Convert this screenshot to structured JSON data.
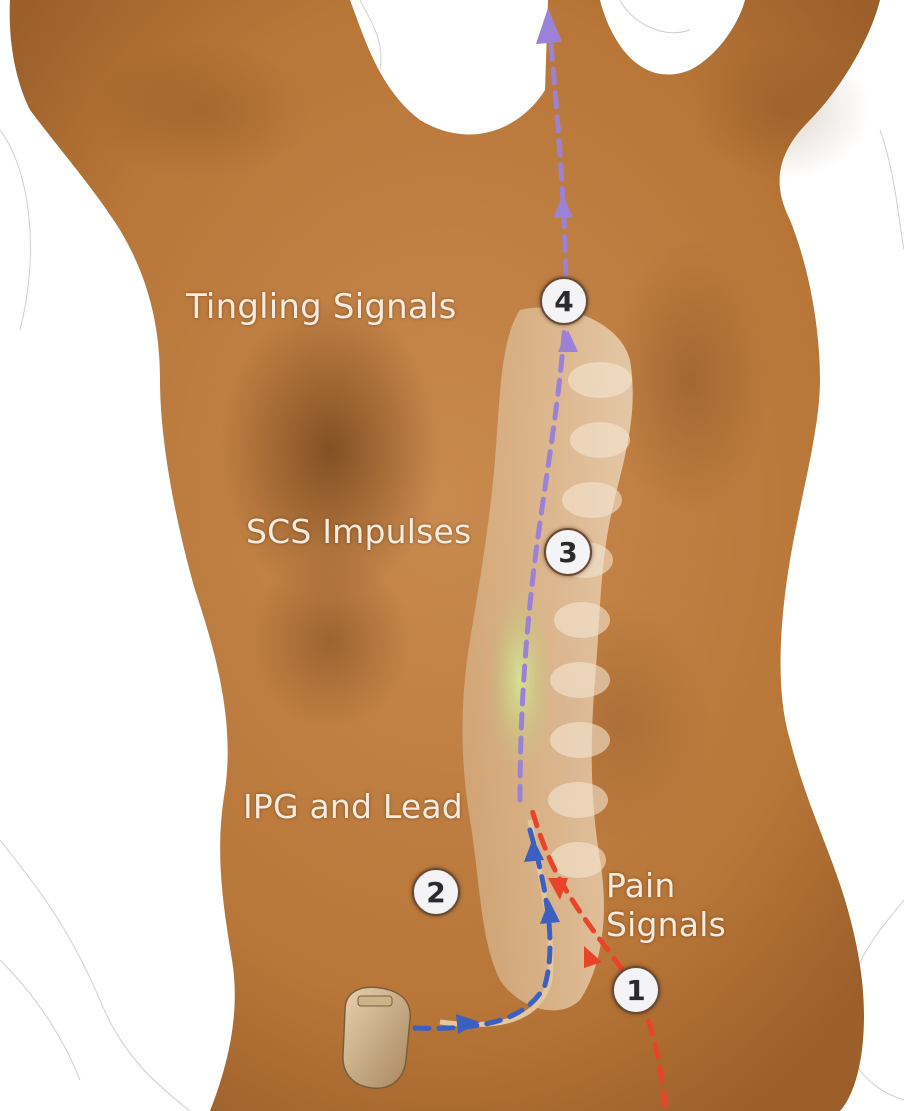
{
  "labels": {
    "tingling": "Tingling Signals",
    "scs": "SCS Impulses",
    "ipg": "IPG and Lead",
    "pain_line1": "Pain",
    "pain_line2": "Signals"
  },
  "steps": {
    "one": "1",
    "two": "2",
    "three": "3",
    "four": "4"
  },
  "colors": {
    "skin": "#c98a4f",
    "skin_dark": "#8a5426",
    "tingling_arrow": "#9b82d6",
    "ipg_arrow": "#3d5fbf",
    "pain_arrow": "#e8442a",
    "stimulation_glow": "#c8d88a"
  }
}
